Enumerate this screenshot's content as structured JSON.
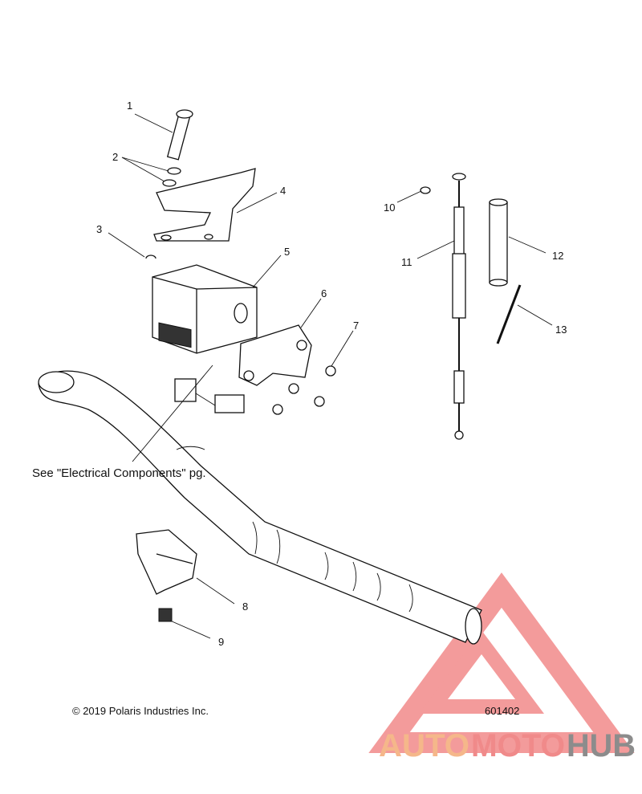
{
  "callouts": [
    {
      "id": "1",
      "label": "1"
    },
    {
      "id": "2",
      "label": "2"
    },
    {
      "id": "3",
      "label": "3"
    },
    {
      "id": "4",
      "label": "4"
    },
    {
      "id": "5",
      "label": "5"
    },
    {
      "id": "6",
      "label": "6"
    },
    {
      "id": "7",
      "label": "7"
    },
    {
      "id": "8",
      "label": "8"
    },
    {
      "id": "9",
      "label": "9"
    },
    {
      "id": "10",
      "label": "10"
    },
    {
      "id": "11",
      "label": "11"
    },
    {
      "id": "12",
      "label": "12"
    },
    {
      "id": "13",
      "label": "13"
    }
  ],
  "reference_note": "See \"Electrical Components\" pg.",
  "copyright": "© 2019 Polaris Industries Inc.",
  "diagram_number": "601402",
  "housing_brand": "POLARIS",
  "watermark": {
    "part1": "AUTO",
    "part2": "MOTO",
    "part3": "HUB",
    "color_auto": "#f5b78a",
    "color_moto": "#f08a8a",
    "color_hub": "#8c8c8c",
    "logo_color": "#f07a7a"
  }
}
